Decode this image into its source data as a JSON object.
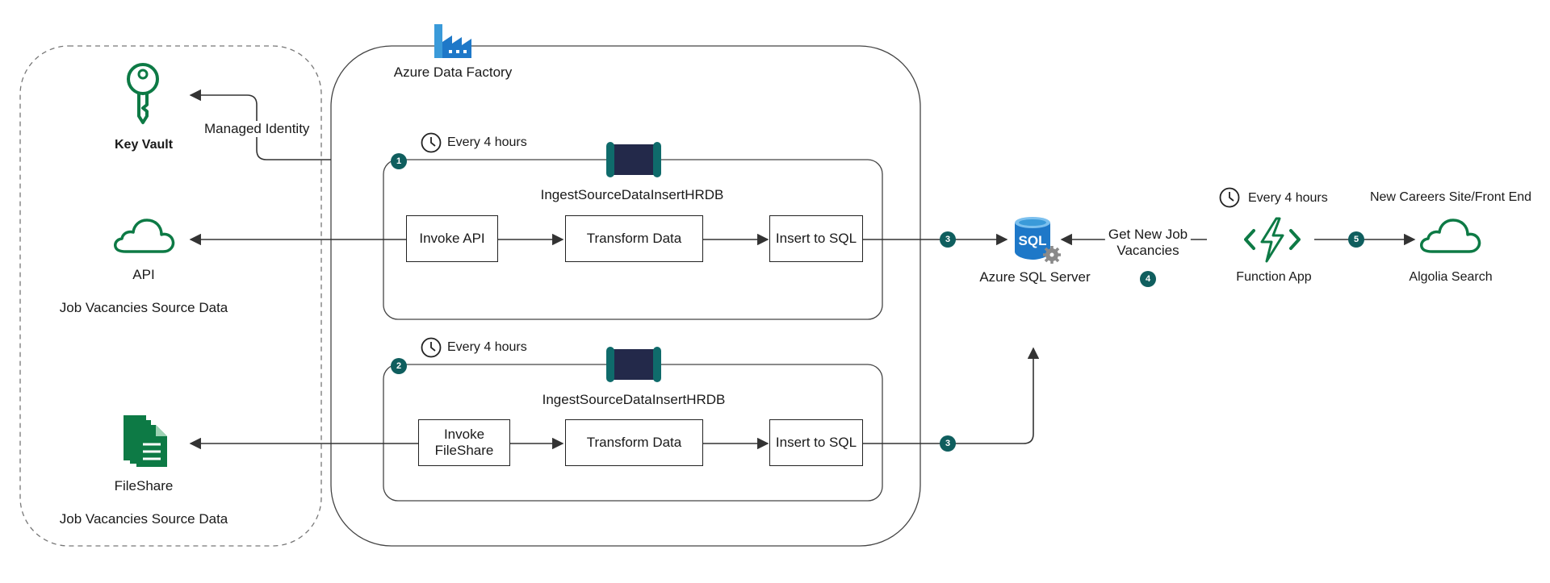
{
  "left_group": {
    "key_vault": {
      "label": "Key Vault",
      "icon": "key-icon"
    },
    "managed_identity": "Managed Identity",
    "api": {
      "label": "API",
      "icon": "cloud-icon",
      "caption": "Job Vacancies Source Data"
    },
    "fileshare": {
      "label": "FileShare",
      "icon": "documents-icon",
      "caption": "Job Vacancies Source Data"
    }
  },
  "data_factory": {
    "title": "Azure Data Factory",
    "icon": "factory-icon",
    "pipelines": [
      {
        "badge": "1",
        "schedule": "Every 4 hours",
        "name": "IngestSourceDataInsertHRDB",
        "steps": [
          "Invoke API",
          "Transform Data",
          "Insert to SQL"
        ]
      },
      {
        "badge": "2",
        "schedule": "Every 4 hours",
        "name": "IngestSourceDataInsertHRDB",
        "steps": [
          "Invoke\nFileShare",
          "Transform Data",
          "Insert to SQL"
        ]
      }
    ]
  },
  "sql_server": {
    "label": "Azure SQL Server",
    "icon_text": "SQL",
    "icon": "sql-database-icon"
  },
  "edge_badges": {
    "insert_top": "3",
    "insert_bottom": "3",
    "get_jobs": "4",
    "to_algolia": "5"
  },
  "get_jobs_label": "Get New Job\nVacancies",
  "function_app": {
    "label": "Function App",
    "schedule": "Every 4 hours",
    "icon": "function-bolt-icon"
  },
  "algolia": {
    "label": "Algolia Search",
    "caption": "New Careers Site/Front End",
    "icon": "cloud-icon"
  },
  "colors": {
    "green": "#0d7a45",
    "teal": "#0f5e5e",
    "navy": "#23294a",
    "azure": "#1e78c8"
  }
}
